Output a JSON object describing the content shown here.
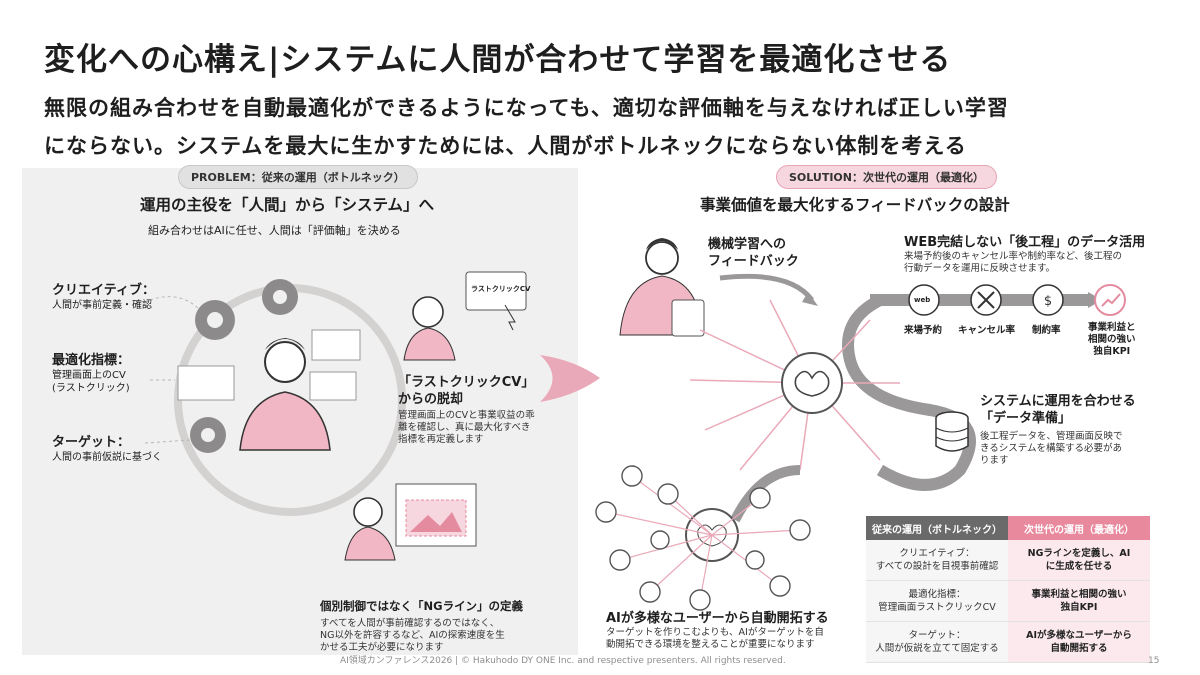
{
  "title": "変化への心構え|システムに人間が合わせて学習を最適化させる",
  "lead": {
    "line1": "無限の組み合わせを自動最適化ができるようになっても、適切な評価軸を与えなければ正しい学習",
    "line2": "にならない。システムを最大に生かすためには、人間がボトルネックにならない体制を考える"
  },
  "problem": {
    "badge": "PROBLEM：従来の運用（ボトルネック）",
    "heading": "運用の主役を「人間」から「システム」へ",
    "sub": "組み合わせはAIに任せ、人間は「評価軸」を決める",
    "items": [
      {
        "label": "クリエイティブ：",
        "desc": "人間が事前定義・確認"
      },
      {
        "label": "最適化指標：",
        "desc": "管理画面上のCV",
        "desc2": "(ラストクリック)"
      },
      {
        "label": "ターゲット：",
        "desc": "人間の事前仮説に基づく"
      }
    ],
    "lastclick": {
      "screen_label": "ラストクリックCV",
      "heading1": "「ラストクリックCV」",
      "heading2": "からの脱却",
      "desc": [
        "管理画面上のCVと事業収益の乖",
        "離を確認し、真に最大化すべき",
        "指標を再定義します"
      ]
    },
    "ng": {
      "heading": "個別制御ではなく「NGライン」の定義",
      "desc": [
        "すべてを人間が事前確認するのではなく、",
        "NG以外を許容するなど、AIの探索速度を生",
        "かせる工夫が必要になります"
      ]
    }
  },
  "solution": {
    "badge": "SOLUTION：次世代の運用（最適化）",
    "heading": "事業価値を最大化するフィードバックの設計",
    "ml_feedback": [
      "機械学習への",
      "フィードバック"
    ],
    "web": {
      "heading": "WEB完結しない「後工程」のデータ活用",
      "desc": [
        "来場予約後のキャンセル率や制約率など、後工程の",
        "行動データを運用に反映させます。"
      ],
      "web_icon_text": "web",
      "flow": [
        "来場予約",
        "キャンセル率",
        "制約率"
      ],
      "kpi": [
        "事業利益と",
        "相関の強い",
        "独自KPI"
      ]
    },
    "data_prep": {
      "heading1": "システムに運用を合わせる",
      "heading2": "「データ準備」",
      "desc": [
        "後工程データを、管理画面反映で",
        "きるシステムを構築する必要があ",
        "ります"
      ]
    },
    "ai_users": {
      "heading": "AIが多様なユーザーから自動開拓する",
      "desc": [
        "ターゲットを作りこむよりも、AIがターゲットを自",
        "動開拓できる環境を整えることが重要になります"
      ]
    },
    "table": {
      "col_old": "従来の運用（ボトルネック）",
      "col_new": "次世代の運用（最適化）",
      "rows": [
        {
          "old1": "クリエイティブ：",
          "old2": "すべての設計を目視事前確認",
          "new1": "NGラインを定義し、AI",
          "new2": "に生成を任せる"
        },
        {
          "old1": "最適化指標：",
          "old2": "管理画面ラストクリックCV",
          "new1": "事業利益と相関の強い",
          "new2": "独自KPI"
        },
        {
          "old1": "ターゲット：",
          "old2": "人間が仮説を立てて固定する",
          "new1": "AIが多様なユーザーから",
          "new2": "自動開拓する"
        }
      ]
    }
  },
  "footer": {
    "copyright": "AI領域カンファレンス2026 | © Hakuhodo DY ONE Inc. and respective presenters. All rights reserved.",
    "page": "15"
  },
  "colors": {
    "accent": "#e58ba0",
    "accent_light": "#f6d7df",
    "header_dark": "#6a6a6a",
    "header_pink": "#e8899d",
    "panel_grey": "#f1f0f0"
  }
}
